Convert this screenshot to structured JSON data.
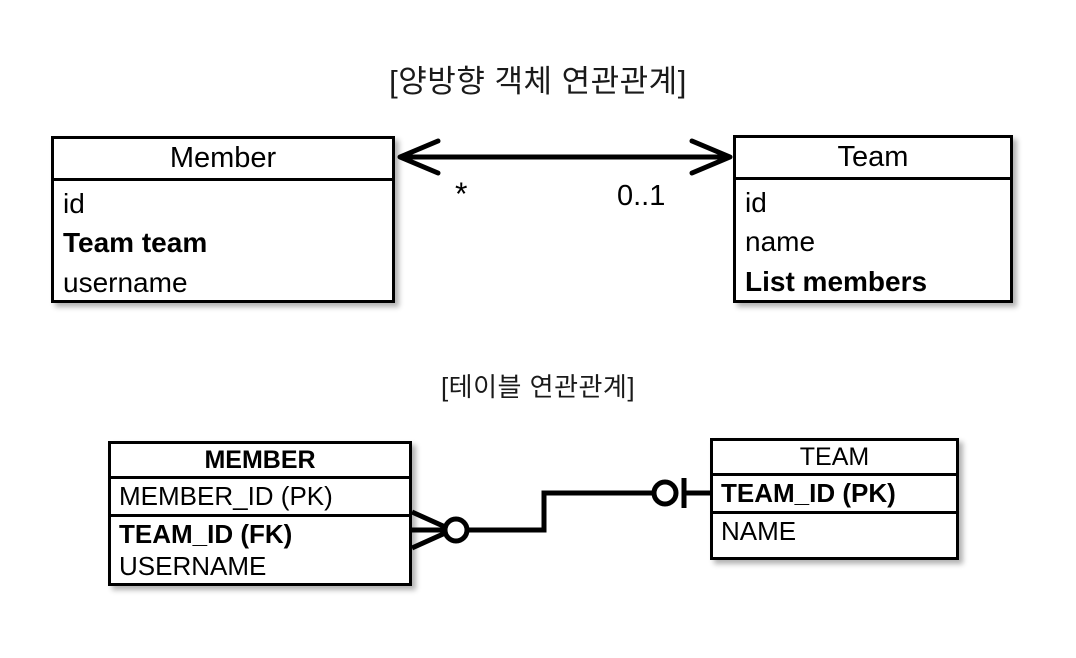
{
  "diagram": {
    "background": "#ffffff",
    "stroke_color": "#000000",
    "sections": [
      {
        "caption": "[양방향 객체 연관관계]"
      },
      {
        "caption": "[테이블 연관관계]"
      }
    ]
  },
  "object_model": {
    "caption": "[양방향 객체 연관관계]",
    "classes": [
      {
        "name": "Member",
        "attributes": [
          {
            "text": "id",
            "bold": false
          },
          {
            "text": "Team team",
            "bold": true
          },
          {
            "text": "username",
            "bold": false
          }
        ]
      },
      {
        "name": "Team",
        "attributes": [
          {
            "text": "id",
            "bold": false
          },
          {
            "text": "name",
            "bold": false
          },
          {
            "text": "List members",
            "bold": true
          }
        ]
      }
    ],
    "association": {
      "type": "bidirectional-arrow",
      "source_multiplicity": "*",
      "target_multiplicity": "0..1"
    }
  },
  "table_model": {
    "caption": "[테이블 연관관계]",
    "tables": [
      {
        "name": "MEMBER",
        "columns": [
          {
            "text": "MEMBER_ID (PK)",
            "bold": false
          },
          {
            "text": "TEAM_ID (FK)",
            "bold": true
          },
          {
            "text": "USERNAME",
            "bold": false
          }
        ]
      },
      {
        "name": "TEAM",
        "columns": [
          {
            "text": "TEAM_ID (PK)",
            "bold": true
          },
          {
            "text": "NAME",
            "bold": false
          }
        ]
      }
    ],
    "relationship": {
      "left_notation": "crows-foot-zero-or-many",
      "right_notation": "zero-or-one"
    }
  }
}
